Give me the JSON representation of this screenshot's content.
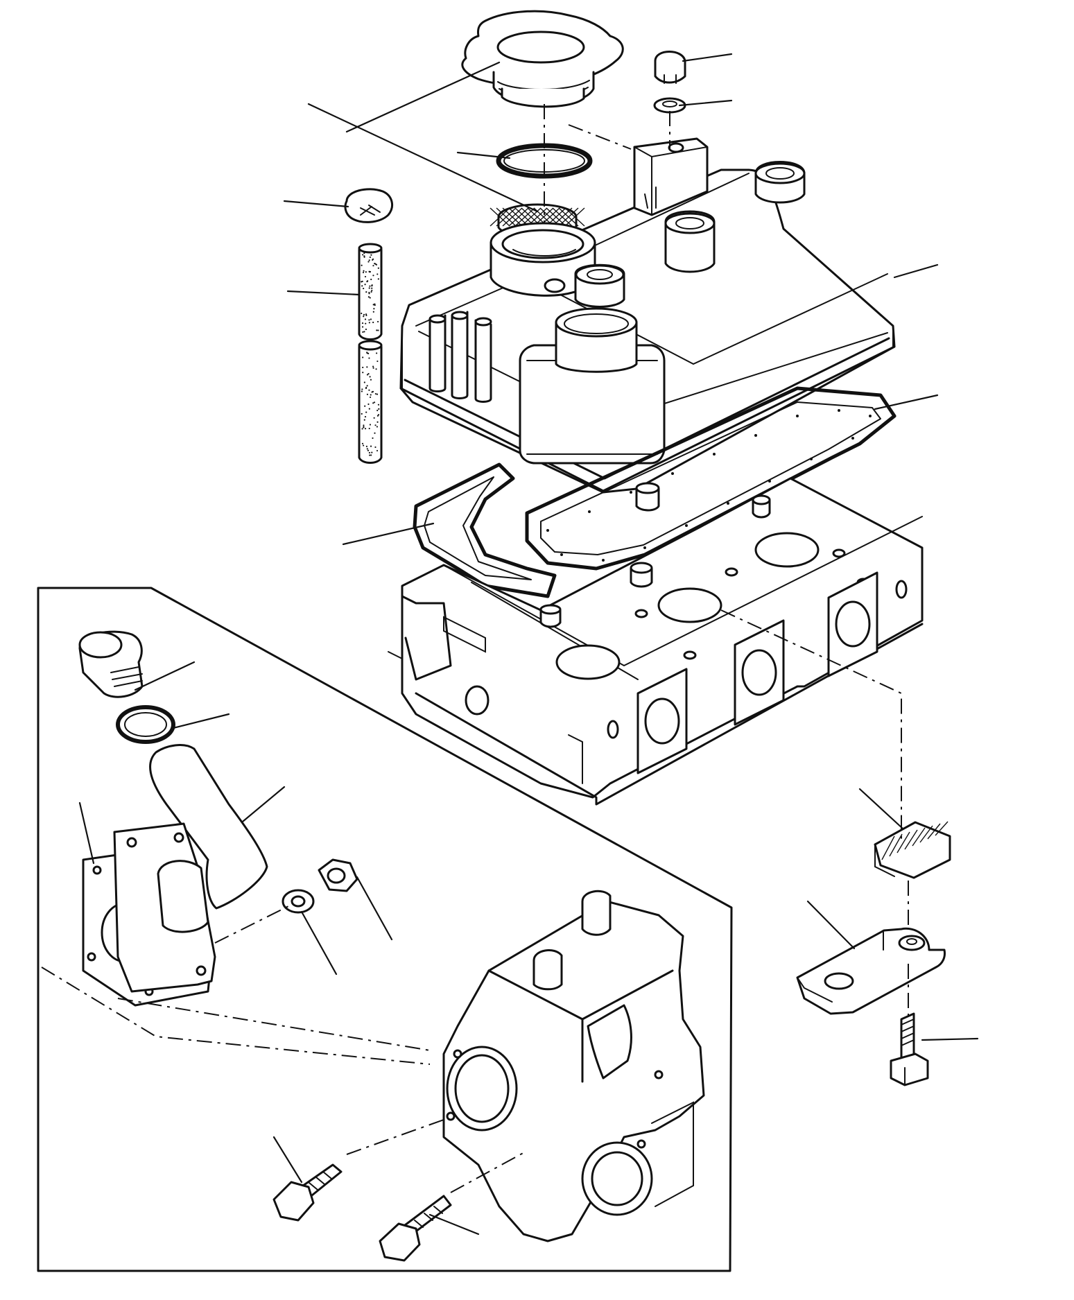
{
  "figure": {
    "kind": "exploded parts diagram",
    "ink_color": "#111111",
    "paper_color": "#ffffff",
    "callout_labels": []
  },
  "parts": [
    "oil-filler-cap",
    "cap-o-ring",
    "breather-filter-mesh",
    "acorn-nut",
    "sealing-washer",
    "rocker-cover",
    "rocker-cover-gasket",
    "cylinder-head-gasket",
    "cylinder-head",
    "pipe-clip",
    "breather-hose",
    "lifting-eye-bracket",
    "lifting-eye-screw",
    "inset-plug",
    "inset-o-ring",
    "inset-hose",
    "inset-flange-gasket",
    "inset-adapter-flange",
    "inset-nut",
    "inset-spring-washer",
    "inset-housing",
    "inset-bolt-upper",
    "inset-bolt-lower"
  ]
}
